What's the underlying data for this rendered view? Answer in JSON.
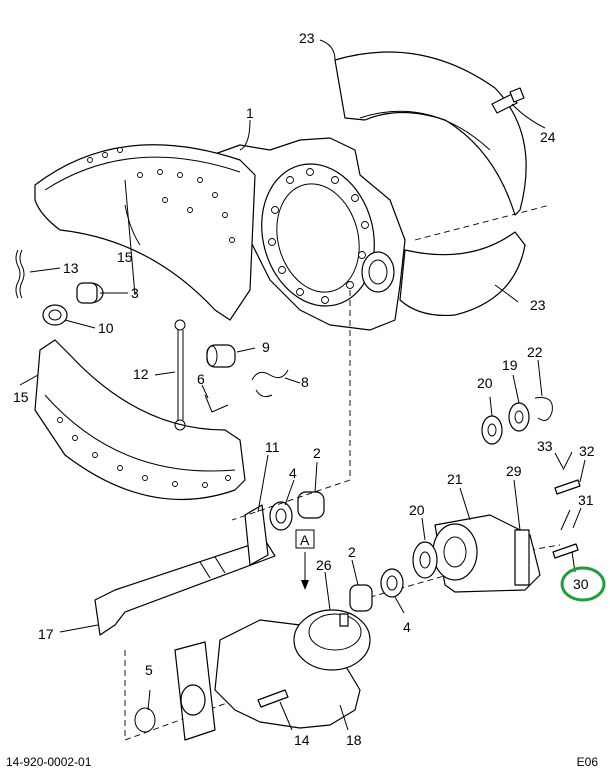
{
  "callouts": {
    "c1": "1",
    "c2a": "2",
    "c2b": "2",
    "c3": "3",
    "c4a": "4",
    "c4b": "4",
    "c5": "5",
    "c6": "6",
    "c8": "8",
    "c9": "9",
    "c10": "10",
    "c11": "11",
    "c12": "12",
    "c13": "13",
    "c14": "14",
    "c15a": "15",
    "c15b": "15",
    "c17": "17",
    "c18": "18",
    "c19": "19",
    "c20a": "20",
    "c20b": "20",
    "c21": "21",
    "c22": "22",
    "c23a": "23",
    "c23b": "23",
    "c24": "24",
    "c26": "26",
    "c29": "29",
    "c30": "30",
    "c31": "31",
    "c32": "32",
    "c33": "33"
  },
  "view_label": "A",
  "highlighted_callout": "30",
  "highlight_color": "#1f9e3a",
  "footer": {
    "drawing_number": "14-920-0002-01",
    "sheet_code": "E06"
  }
}
